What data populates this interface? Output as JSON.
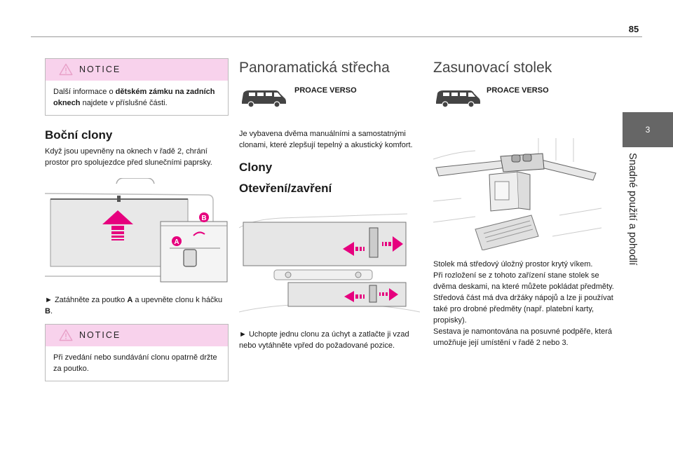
{
  "header": {
    "page_number": "85"
  },
  "side_tab": {
    "chapter_number": "3",
    "chapter_title": "Snadné použití a pohodlí"
  },
  "col1": {
    "notice1": {
      "label": "NOTICE",
      "text_before": "Další informace o ",
      "text_bold": "dětském zámku na zadních oknech",
      "text_after": " najdete v příslušné části."
    },
    "heading": "Boční clony",
    "intro": "Když jsou upevněny na oknech v řadě 2, chrání prostor pro spolujezdce před slunečními paprsky.",
    "image_labels": {
      "a": "A",
      "b": "B"
    },
    "instruction": {
      "arrow": "►",
      "part1": " Zatáhněte za poutko ",
      "bold_a": "A",
      "part2": " a upevněte clonu k háčku ",
      "bold_b": "B",
      "part3": "."
    },
    "notice2": {
      "label": "NOTICE",
      "text": "Při zvedání nebo sundávání clonu opatrně držte za poutko."
    }
  },
  "col2": {
    "title": "Panoramatická střecha",
    "model": "PROACE VERSO",
    "intro": "Je vybavena dvěma manuálními a samostatnými clonami, které zlepšují tepelný a akustický komfort.",
    "heading1": "Clony",
    "heading2": "Otevření/zavření",
    "instruction": {
      "arrow": "►",
      "text": " Uchopte jednu clonu za úchyt a zatlačte ji vzad nebo vytáhněte vpřed do požadované pozice."
    }
  },
  "col3": {
    "title": "Zasunovací stolek",
    "model": "PROACE VERSO",
    "description": [
      "Stolek má středový úložný prostor krytý víkem.",
      "Při rozložení se z tohoto zařízení stane stolek se dvěma deskami, na které můžete pokládat předměty. Středová část má dva držáky nápojů a lze ji používat také pro drobné předměty (např. platební karty, propisky).",
      "Sestava je namontována na posuvné podpěře, která umožňuje její umístění v řadě 2 nebo 3."
    ]
  },
  "colors": {
    "notice_header": "#f8d2ec",
    "accent_magenta": "#e6007e",
    "tab_gray": "#666666"
  }
}
